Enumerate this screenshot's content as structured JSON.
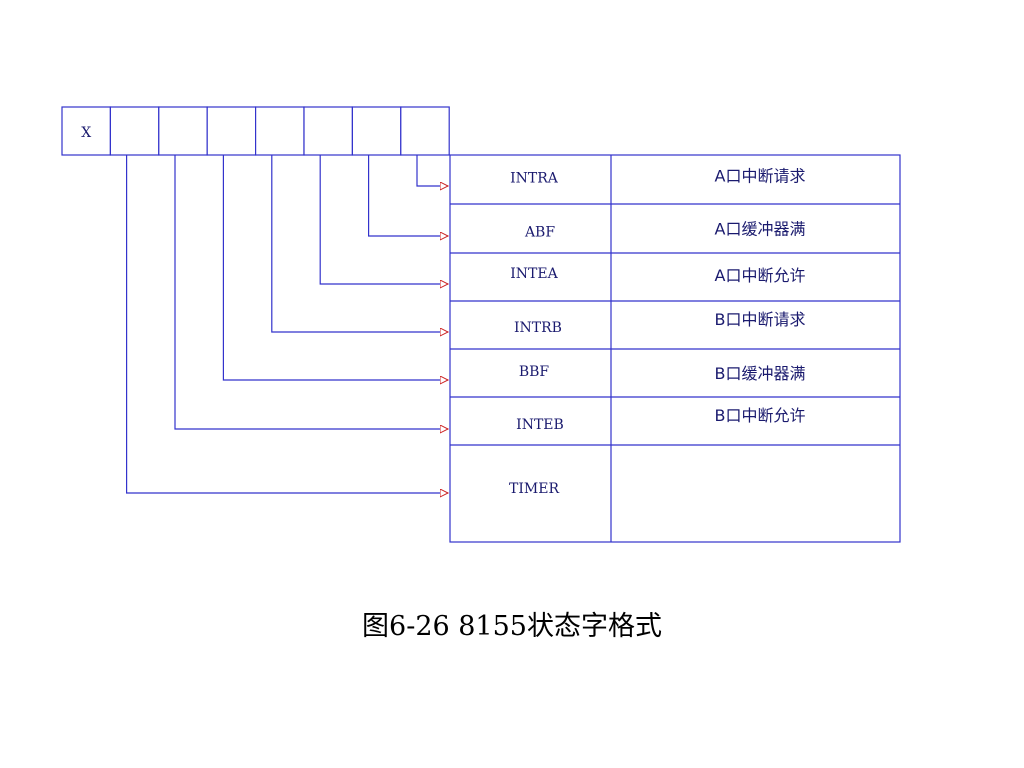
{
  "colors": {
    "line": "#3333cc",
    "arrow": "#cc2222",
    "text": "#1a1a6e"
  },
  "bit_box": {
    "cells": [
      "X",
      "",
      "",
      "",
      "",
      "",
      "",
      ""
    ]
  },
  "rows": [
    {
      "name": "INTRA",
      "desc": "A口中断请求"
    },
    {
      "name": "ABF",
      "desc": "A口缓冲器满"
    },
    {
      "name": "INTEA",
      "desc": "A口中断允许"
    },
    {
      "name": "INTRB",
      "desc": "B口中断请求"
    },
    {
      "name": "BBF",
      "desc": "B口缓冲器满"
    },
    {
      "name": "INTEB",
      "desc": "B口中断允许"
    },
    {
      "name": "TIMER",
      "desc": ""
    }
  ],
  "caption": "图6-26  8155状态字格式"
}
